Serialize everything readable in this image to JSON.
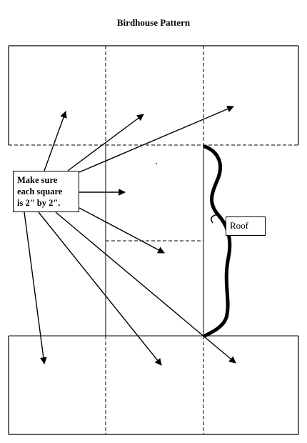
{
  "title": "Birdhouse Pattern",
  "callout": {
    "line1": "Make sure",
    "line2": "each square",
    "line3": "is 2\" by 2\"."
  },
  "roof_label": "Roof"
}
